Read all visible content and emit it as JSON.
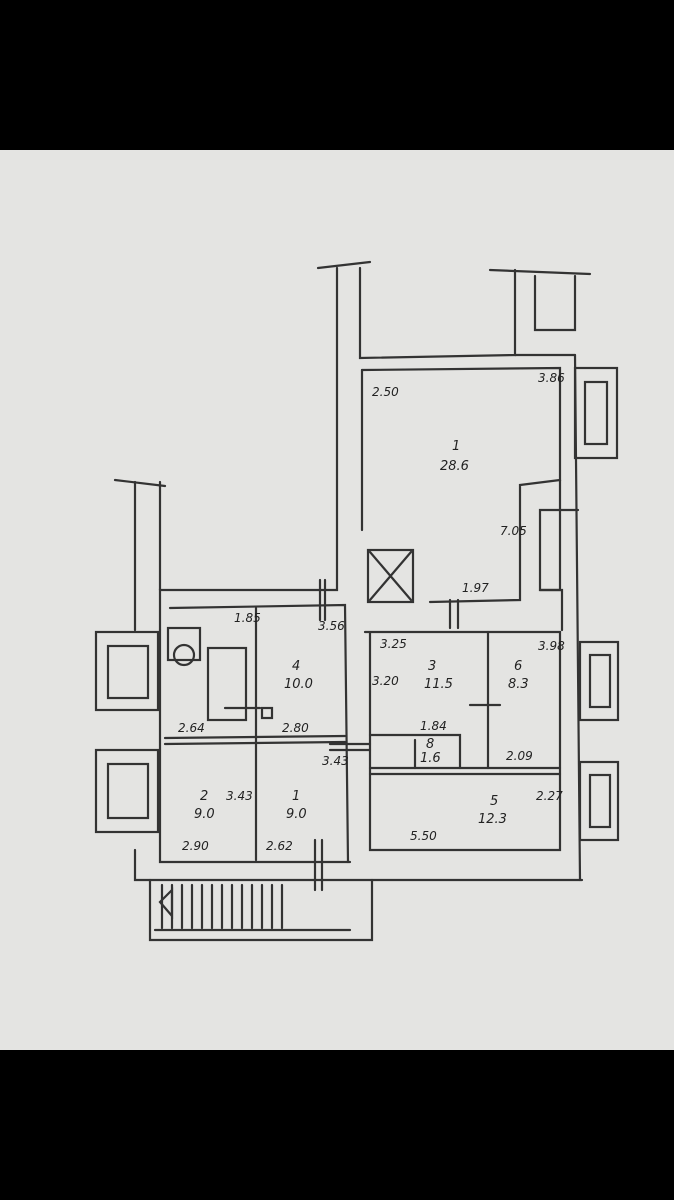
{
  "plan": {
    "rooms": [
      {
        "id": "1",
        "area": "28.6",
        "dims": [
          "2.50",
          "3.86",
          "7.05",
          "1.97"
        ]
      },
      {
        "id": "3",
        "area": "11.5",
        "dims": [
          "3.25",
          "3.20",
          "1.84"
        ]
      },
      {
        "id": "4",
        "area": "10.0",
        "dims": [
          "3.56",
          "2.80"
        ]
      },
      {
        "id": "6",
        "area": "8.3",
        "dims": [
          "3.98",
          "2.09"
        ]
      },
      {
        "id": "2",
        "area": "9.0",
        "dims": [
          "3.43",
          "2.90"
        ]
      },
      {
        "id": "1",
        "area": "9.0",
        "dims": [
          "3.43",
          "2.62"
        ]
      },
      {
        "id": "5",
        "area": "12.3",
        "dims": [
          "2.27",
          "5.50"
        ]
      },
      {
        "id": "8",
        "area": "1.6",
        "dims": []
      },
      {
        "id": "",
        "area": "",
        "dims": [
          "1.85",
          "2.64"
        ]
      }
    ]
  }
}
